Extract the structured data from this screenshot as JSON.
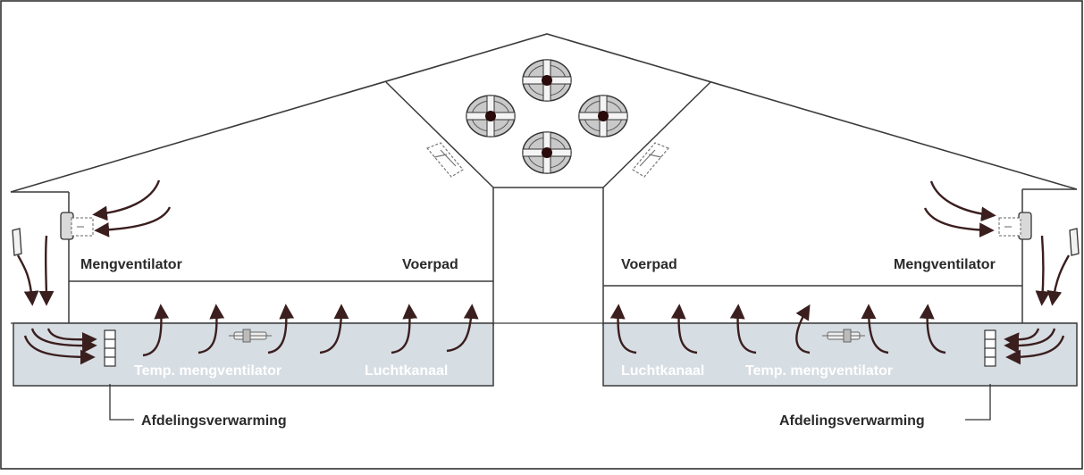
{
  "labels": {
    "left_mixing_fan": "Mengventilator",
    "left_feed_aisle": "Voerpad",
    "left_temp_fan": "Temp. mengventilator",
    "left_air_duct": "Luchtkanaal",
    "left_heating": "Afdelingsverwarming",
    "right_feed_aisle": "Voerpad",
    "right_mixing_fan": "Mengventilator",
    "right_air_duct": "Luchtkanaal",
    "right_temp_fan": "Temp. mengventilator",
    "right_heating": "Afdelingsverwarming"
  },
  "colors": {
    "outline": "#3a3a3a",
    "duct_fill": "#d6dde3",
    "arrow": "#3b1e1e",
    "fan_fill": "#c9c9c9",
    "hub": "#2a0a0a"
  }
}
